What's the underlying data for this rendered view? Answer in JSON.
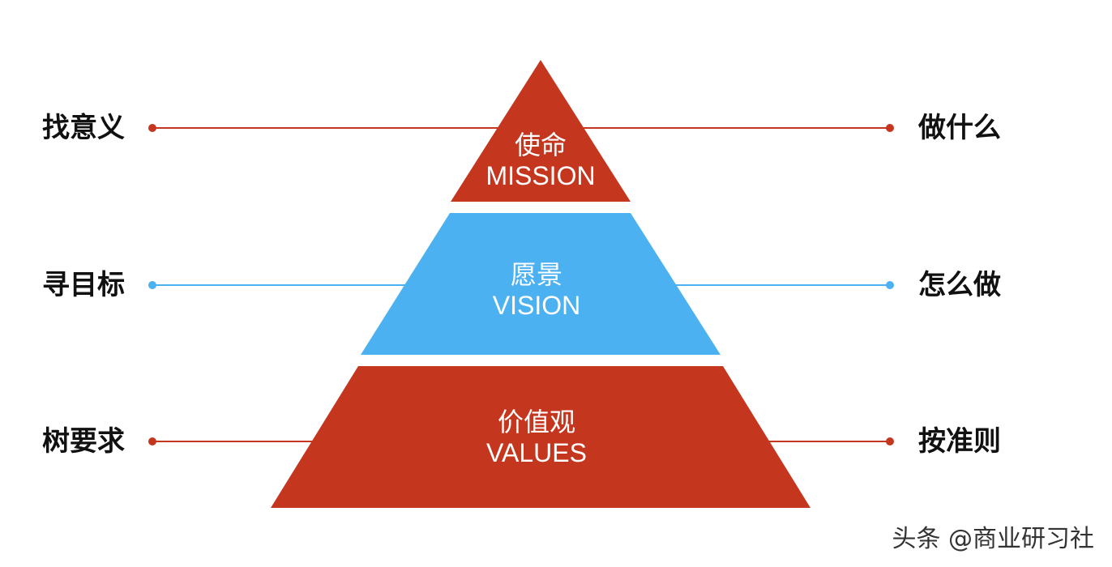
{
  "tiers": [
    {
      "cn": "使命",
      "en": "MISSION",
      "color": "#c5361f"
    },
    {
      "cn": "愿景",
      "en": "VISION",
      "color": "#4bb1f0"
    },
    {
      "cn": "价值观",
      "en": "VALUES",
      "color": "#c5361f"
    }
  ],
  "left_labels": [
    "找意义",
    "寻目标",
    "树要求"
  ],
  "right_labels": [
    "做什么",
    "怎么做",
    "按准则"
  ],
  "connector_colors": [
    "#c5361f",
    "#4bb1f0",
    "#c5361f"
  ],
  "watermark": "头条 @商业研习社"
}
